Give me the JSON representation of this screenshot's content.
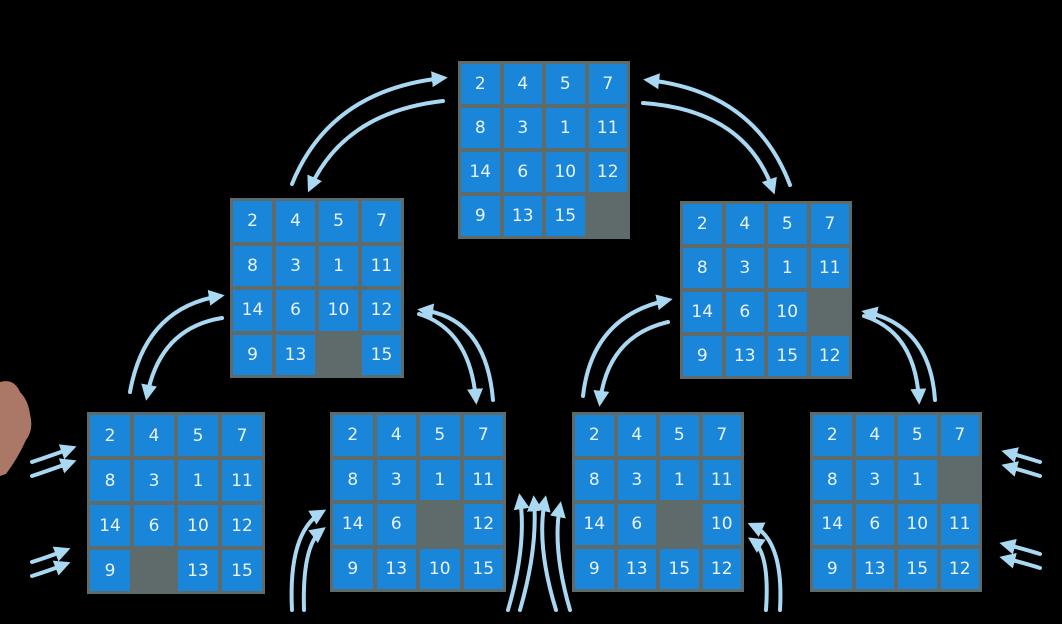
{
  "colors": {
    "background": "#000000",
    "board": "#5f6b6b",
    "tile": "#1a86d9",
    "tile_text": "#e9f3ff",
    "arrow": "#a9d8f2"
  },
  "boards": [
    {
      "id": "root",
      "tiles": [
        "2",
        "4",
        "5",
        "7",
        "8",
        "3",
        "1",
        "11",
        "14",
        "6",
        "10",
        "12",
        "9",
        "13",
        "15",
        ""
      ]
    },
    {
      "id": "level1-left",
      "tiles": [
        "2",
        "4",
        "5",
        "7",
        "8",
        "3",
        "1",
        "11",
        "14",
        "6",
        "10",
        "12",
        "9",
        "13",
        "",
        "15"
      ]
    },
    {
      "id": "level1-right",
      "tiles": [
        "2",
        "4",
        "5",
        "7",
        "8",
        "3",
        "1",
        "11",
        "14",
        "6",
        "10",
        "",
        "9",
        "13",
        "15",
        "12"
      ]
    },
    {
      "id": "level2-a",
      "tiles": [
        "2",
        "4",
        "5",
        "7",
        "8",
        "3",
        "1",
        "11",
        "14",
        "6",
        "10",
        "12",
        "9",
        "",
        "13",
        "15"
      ]
    },
    {
      "id": "level2-b",
      "tiles": [
        "2",
        "4",
        "5",
        "7",
        "8",
        "3",
        "1",
        "11",
        "14",
        "6",
        "",
        "12",
        "9",
        "13",
        "10",
        "15"
      ]
    },
    {
      "id": "level2-c",
      "tiles": [
        "2",
        "4",
        "5",
        "7",
        "8",
        "3",
        "1",
        "11",
        "14",
        "6",
        "",
        "10",
        "9",
        "13",
        "15",
        "12"
      ]
    },
    {
      "id": "level2-d",
      "tiles": [
        "2",
        "4",
        "5",
        "7",
        "8",
        "3",
        "1",
        "",
        "14",
        "6",
        "10",
        "11",
        "9",
        "13",
        "15",
        "12"
      ]
    }
  ],
  "icons": {
    "arrow": "double-curved-arrow-icon",
    "hand": "presenter-hand-icon"
  }
}
